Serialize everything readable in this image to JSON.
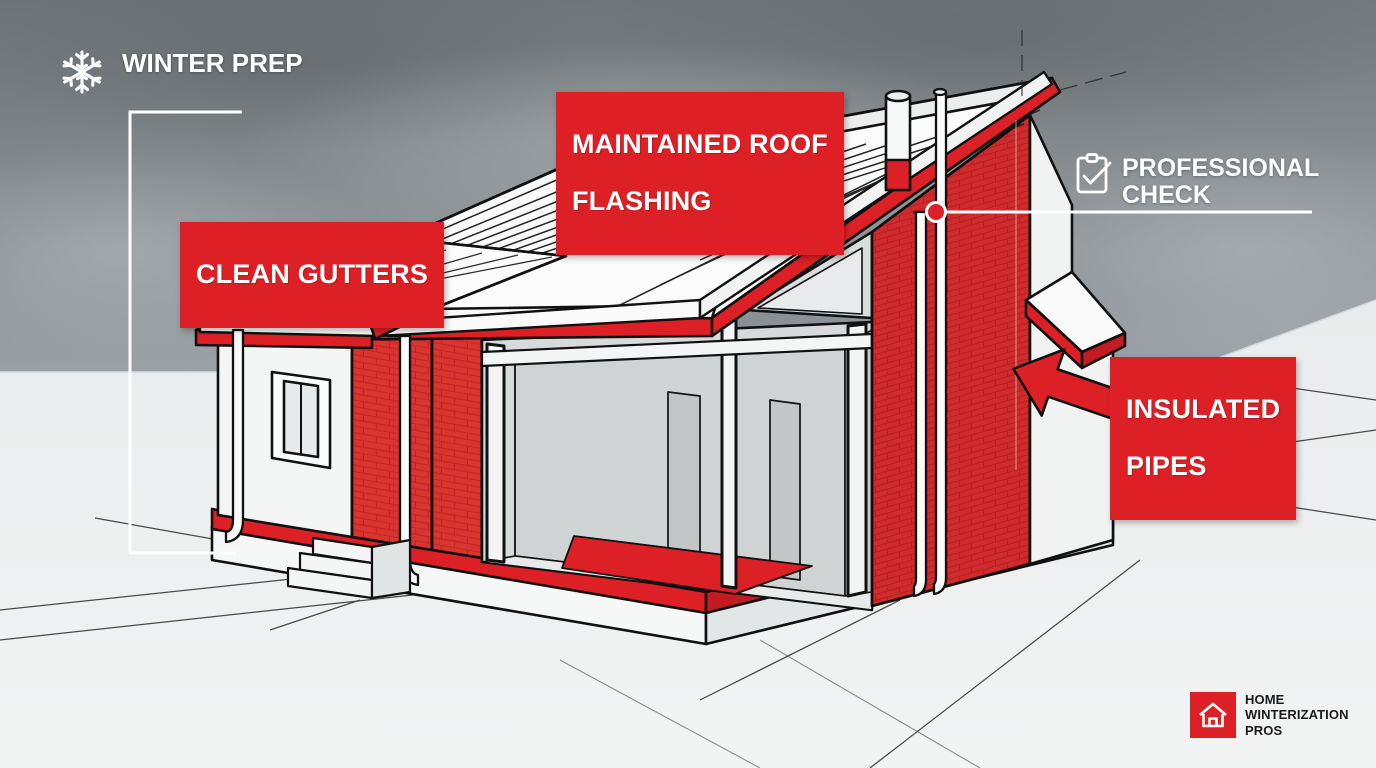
{
  "poster": {
    "theme_red": "#dd2025",
    "sky_top": "#6f7478",
    "sky_bottom": "#9aa0a4",
    "ground": "#eef0f1"
  },
  "overlays": {
    "winter_prep": {
      "icon": "snowflake-icon",
      "line1": "WINTER",
      "line2": "PREP"
    },
    "professional_check": {
      "icon": "clipboard-check-icon",
      "line1": "PROFESSIONAL",
      "line2": "CHECK"
    }
  },
  "callouts": [
    {
      "id": "maintained-roof-flashing",
      "line1": "MAINTAINED ROOF",
      "line2": "FLASHING",
      "color": "#dd2025"
    },
    {
      "id": "clean-gutters",
      "line1": "CLEAN GUTTERS",
      "line2": "",
      "color": "#dd2025"
    },
    {
      "id": "insulated-pipes",
      "line1": "INSULATED",
      "line2": "PIPES",
      "color": "#dd2025"
    }
  ],
  "brand": {
    "mark": "house-icon",
    "name": "HOME\nWINTERIZATION\nPROS"
  }
}
